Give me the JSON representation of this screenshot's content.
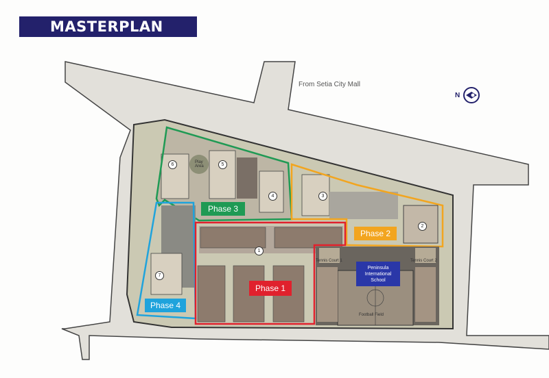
{
  "header": {
    "title": "MASTERPLAN",
    "bg_color": "#23216b"
  },
  "map": {
    "direction_label": "From Setia City Mall",
    "compass": {
      "letter": "N",
      "icon": "north-arrow-icon"
    },
    "phases": [
      {
        "label": "Phase 1",
        "color": "#e0212d"
      },
      {
        "label": "Phase 2",
        "color": "#f2a51f"
      },
      {
        "label": "Phase 3",
        "color": "#1f9a54"
      },
      {
        "label": "Phase 4",
        "color": "#1fa3dc"
      }
    ],
    "school": {
      "line1": "Peninsula",
      "line2": "International",
      "line3": "School"
    },
    "facilities": {
      "play_area": "Play Area",
      "tennis_court_1": "Tennis Court 1",
      "tennis_court_2": "Tennis Court 2",
      "football_field": "Football Field"
    },
    "blocks": [
      "1",
      "2",
      "3",
      "4",
      "5",
      "6",
      "7"
    ]
  }
}
